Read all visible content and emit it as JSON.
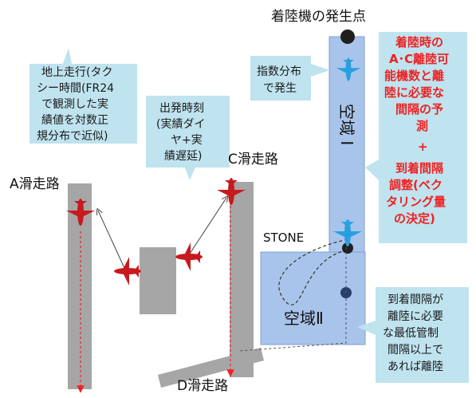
{
  "title": "着陸機の発生点",
  "runways": {
    "a": "A滑走路",
    "c": "C滑走路",
    "d": "D滑走路"
  },
  "waypoint": "STONE",
  "airspace1": "空域 Ⅰ",
  "airspace2": "空域Ⅱ",
  "callouts": {
    "taxi": [
      "地上走行(タク",
      "シー時間(FR24",
      "で観測した実",
      "績値を対数正",
      "規分布で近似)"
    ],
    "departure": [
      "出発時刻",
      "(実績ダイ",
      "ヤ+実",
      "績遅延)"
    ],
    "arrival_gen": [
      "指数分布",
      "で発生"
    ],
    "spacing": [
      "到着間隔が",
      "離陸に必要",
      "な最低管制",
      "間隔以上で",
      "あれば離陸"
    ]
  },
  "red_note": {
    "lines": [
      "着陸時の",
      "A･C離陸可",
      "能機数と離",
      "陸に必要な",
      "間隔の予",
      "測"
    ],
    "plus": "+",
    "lines2": [
      "到着間隔",
      "調整(ベク",
      "タリング量",
      "の決定)"
    ]
  },
  "colors": {
    "callout": "#bfe3ef",
    "airspace": "#a8c4ea",
    "airspace_border": "#7f9fd0",
    "runway": "#a6a6a6",
    "plane_red": "#c8191e",
    "plane_blue": "#2a9fe0",
    "note_red": "#ee2222"
  }
}
